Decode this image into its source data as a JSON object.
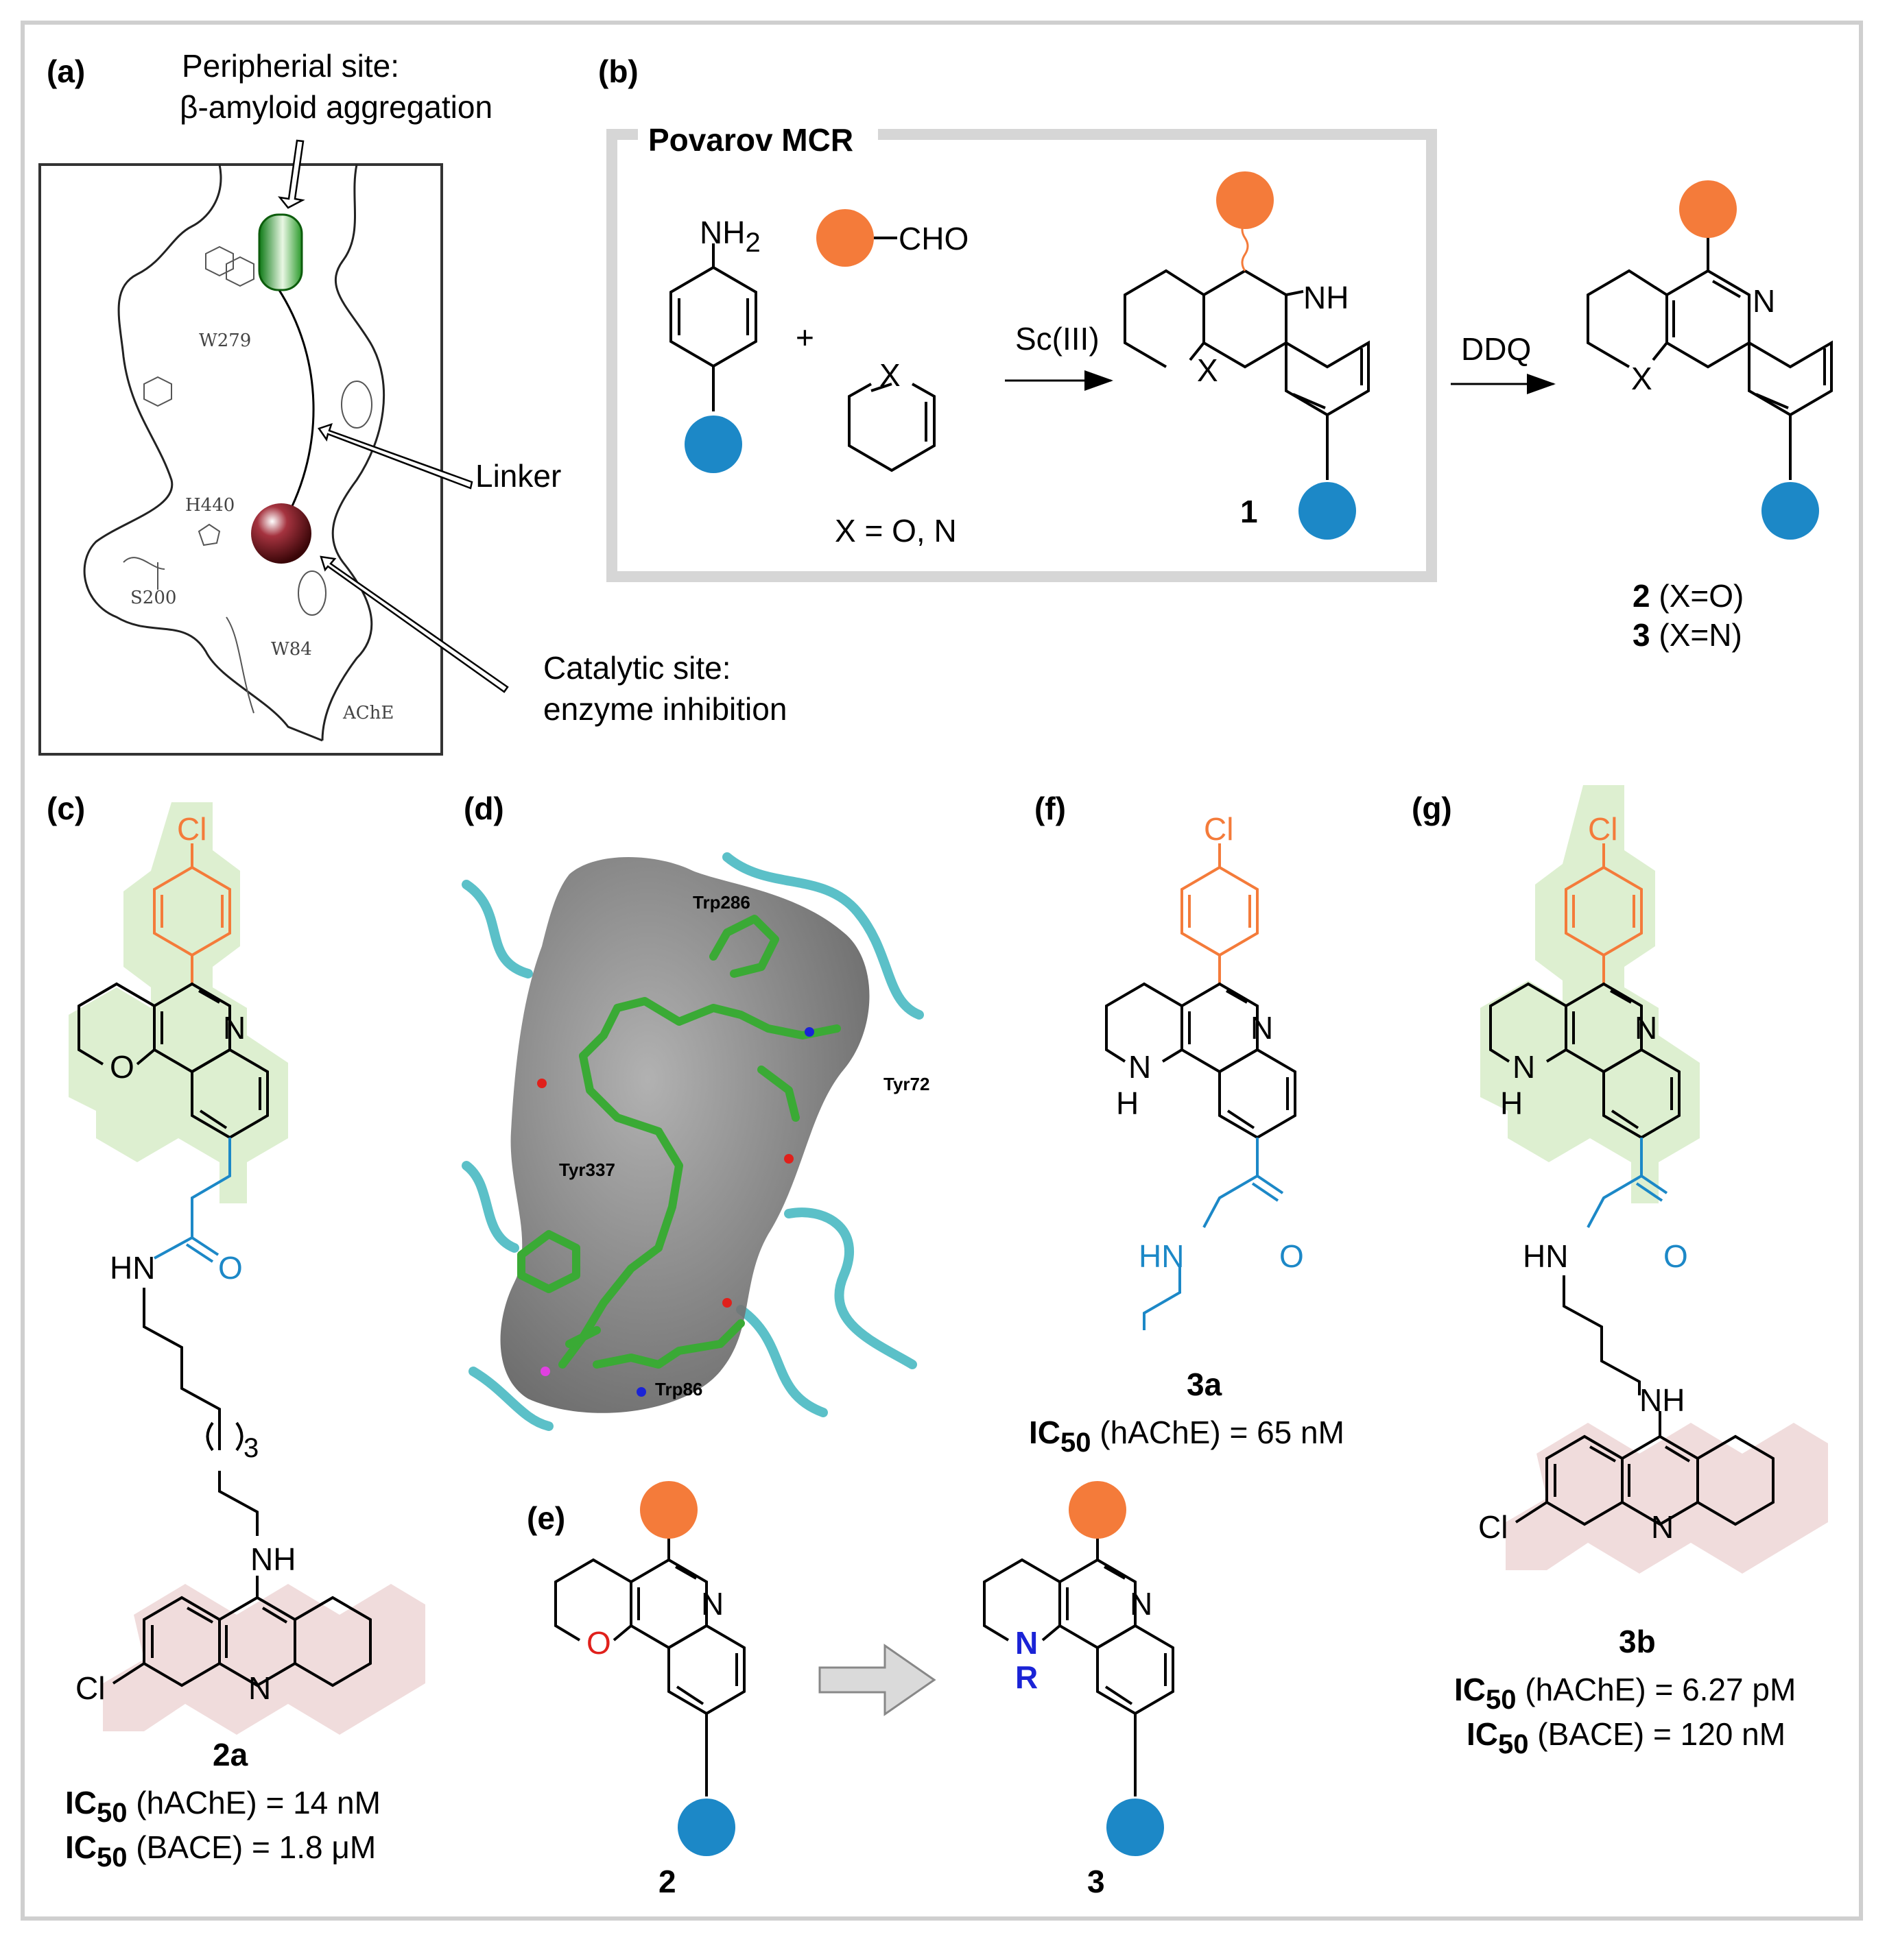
{
  "panel_labels": {
    "a": "(a)",
    "b": "(b)",
    "c": "(c)",
    "d": "(d)",
    "e": "(e)",
    "f": "(f)",
    "g": "(g)"
  },
  "panel_a": {
    "peripheral_line1": "Peripherial site:",
    "peripheral_line2": "β-amyloid aggregation",
    "linker": "Linker",
    "catalytic_line1": "Catalytic site:",
    "catalytic_line2": "enzyme inhibition",
    "residues": [
      "W279",
      "H440",
      "S200",
      "W84",
      "AChE"
    ]
  },
  "panel_b": {
    "box_title": "Povarov MCR",
    "nh2": "NH",
    "nh2_sub": "2",
    "cho": "CHO",
    "plus": "+",
    "x_label": "X",
    "x_values": "X = O, N",
    "reagent1": "Sc(III)",
    "reagent2": "DDQ",
    "nh": "NH",
    "n": "N",
    "compound1": "1",
    "product_line1_num": "2",
    "product_line1_rest": " (X=O)",
    "product_line2_num": "3",
    "product_line2_rest": " (X=N)"
  },
  "panel_c": {
    "cl": "Cl",
    "n": "N",
    "o_ring": "O",
    "hn": "HN",
    "o_amide": "O",
    "repeat_sub": "3",
    "nh": "NH",
    "cl2": "Cl",
    "n2": "N",
    "name": "2a",
    "ic50_1_target": " (hAChE) = 14 nM",
    "ic50_2_target": " (BACE) = 1.8 μM"
  },
  "panel_d": {
    "residues": [
      "Trp286",
      "Tyr72",
      "Tyr337",
      "Trp86"
    ]
  },
  "panel_e": {
    "o": "O",
    "n": "N",
    "nr_n": "N",
    "nr_r": "R",
    "left_name": "2",
    "right_name": "3"
  },
  "panel_f": {
    "cl": "Cl",
    "n": "N",
    "nh_n": "N",
    "nh_h": "H",
    "hn": "HN",
    "o": "O",
    "name": "3a",
    "ic50_target": " (hAChE) = 65 nM"
  },
  "panel_g": {
    "cl": "Cl",
    "n": "N",
    "nh_n": "N",
    "nh_h": "H",
    "hn": "HN",
    "o": "O",
    "nh": "NH",
    "cl2": "Cl",
    "n2": "N",
    "name": "3b",
    "ic50_1_target": " (hAChE) = 6.27 pM",
    "ic50_2_target": " (BACE) = 120 nM"
  },
  "ic50": {
    "main": "IC",
    "sub": "50"
  },
  "colors": {
    "orange": "#f47b3a",
    "blue": "#1c88c7",
    "green_highlight": "#ddefd0",
    "pink_highlight": "#f0dcdc",
    "frame": "#cfcfcf",
    "teal": "#5bc0c8",
    "surface": "#6d6d6d",
    "stick_green": "#3aaa35",
    "red_o": "#e0201b",
    "blue_n": "#1a23d6"
  }
}
